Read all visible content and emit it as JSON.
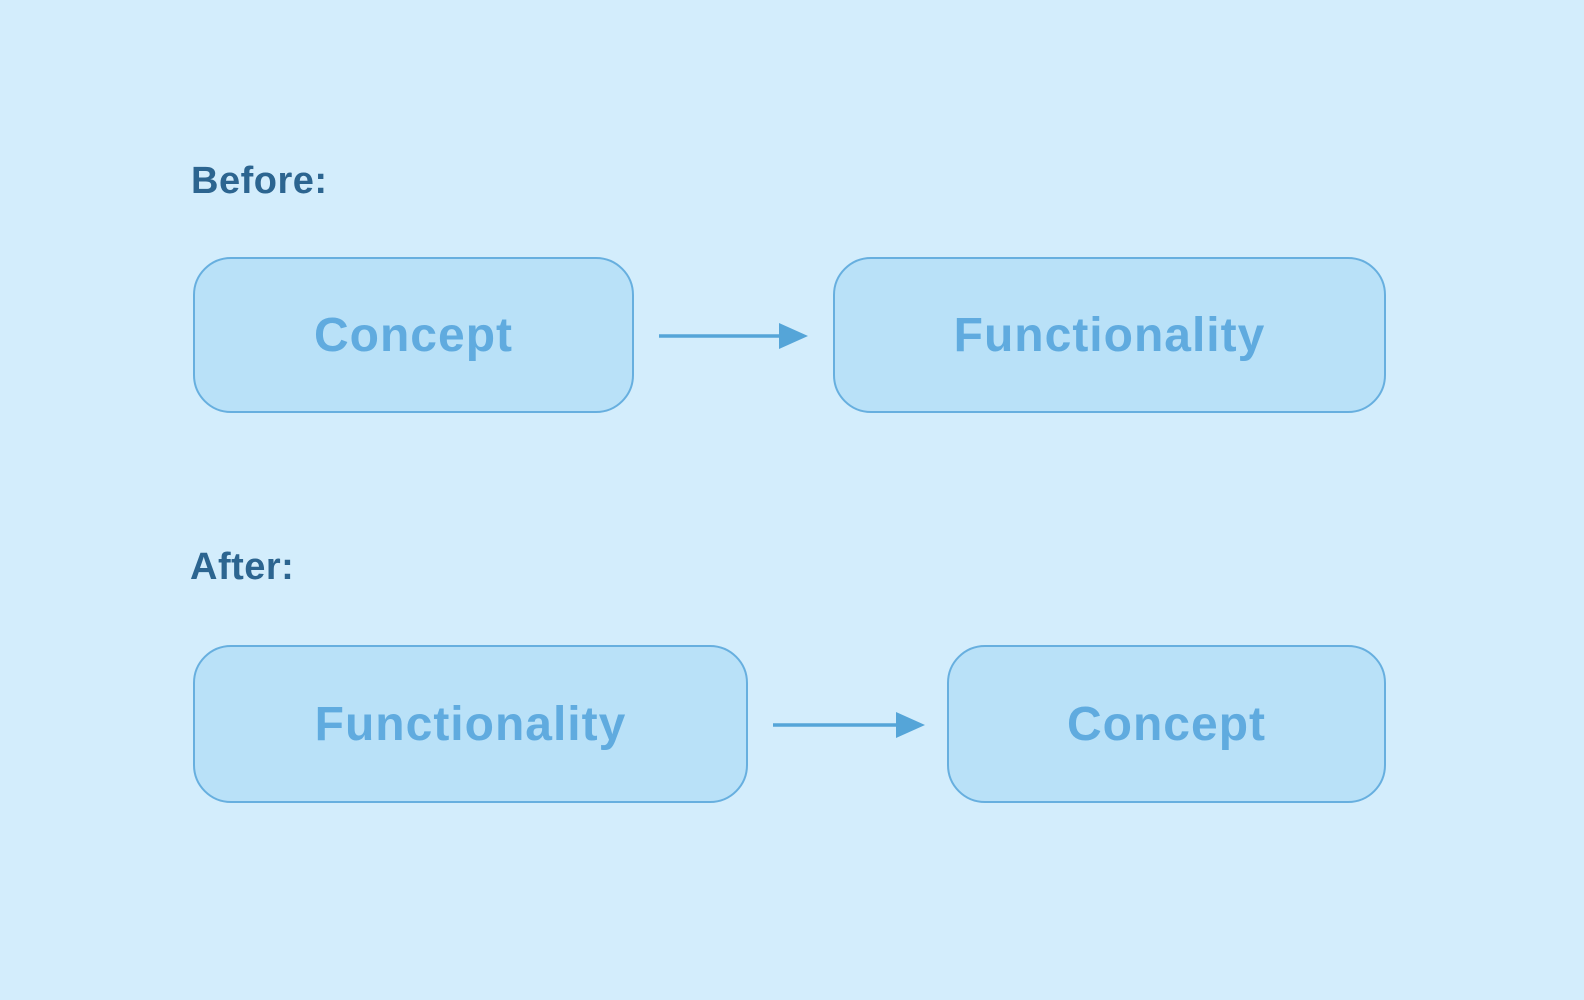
{
  "diagram": {
    "colors": {
      "background": "#d3edfc",
      "node_fill": "#b9e1f8",
      "node_border": "#67afdf",
      "node_text": "#60abdf",
      "label_text": "#2c6590",
      "arrow": "#55a5d8"
    },
    "sections": [
      {
        "label": "Before:",
        "from": "Concept",
        "to": "Functionality"
      },
      {
        "label": "After:",
        "from": "Functionality",
        "to": "Concept"
      }
    ]
  }
}
